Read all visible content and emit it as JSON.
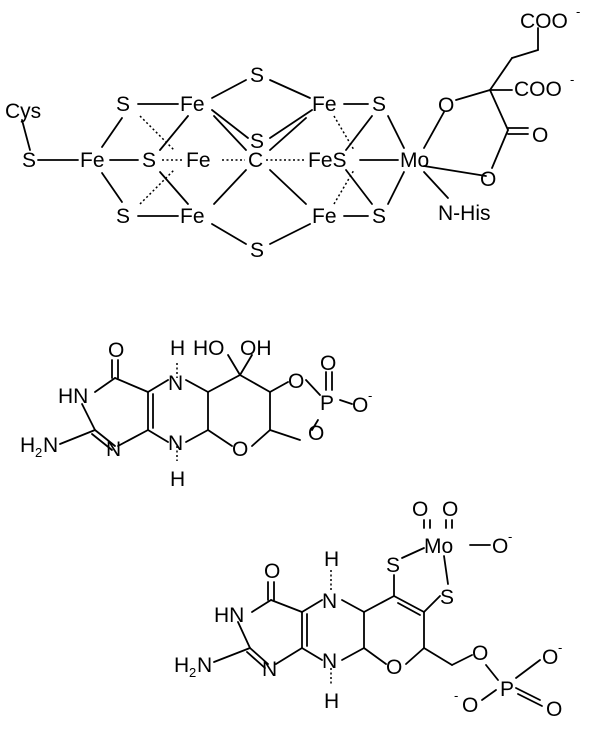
{
  "femoco": {
    "cys": "Cys",
    "s": "S",
    "fe": "Fe",
    "c": "C",
    "mo": "Mo",
    "o": "O",
    "nhis": "N-His",
    "coo": "COO",
    "minus": "-",
    "fes": "FeS"
  },
  "pterin1": {
    "o": "O",
    "hn": "HN",
    "h2n": "H",
    "sub2": "2",
    "n": "N",
    "h": "H",
    "ho": "HO",
    "oh": "OH",
    "p": "P",
    "minus": "-"
  },
  "pterin2": {
    "o": "O",
    "hn": "HN",
    "h2n": "H",
    "sub2": "2",
    "n": "N",
    "h": "H",
    "s": "S",
    "mo": "Mo",
    "p": "P",
    "minus": "-"
  }
}
